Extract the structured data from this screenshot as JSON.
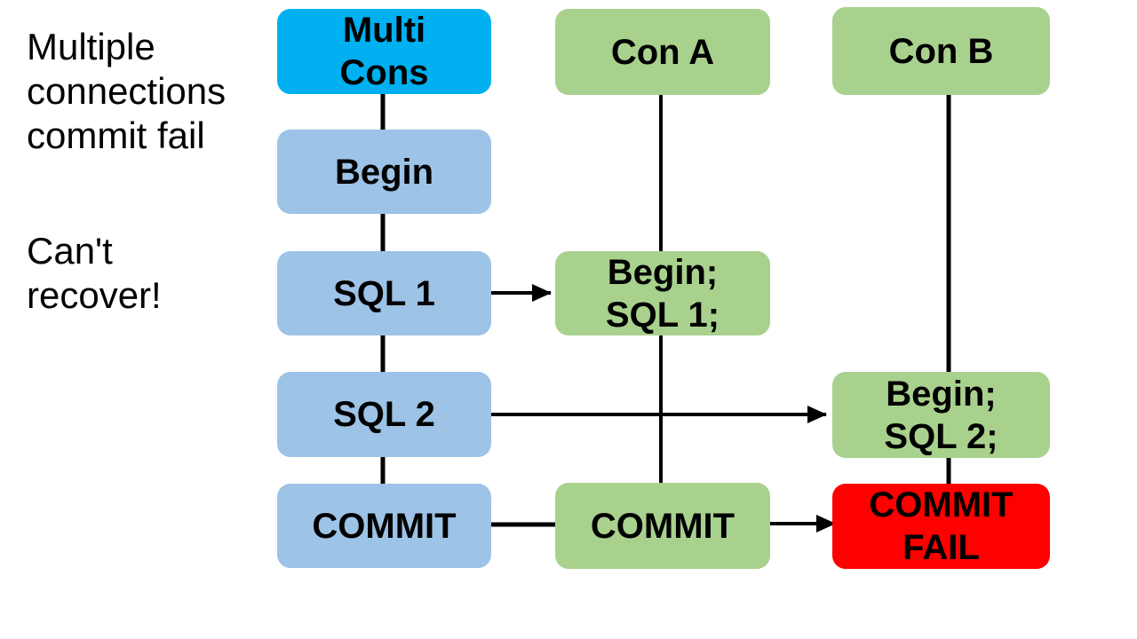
{
  "notes": {
    "problem": "Multiple\nconnections\ncommit fail",
    "consequence": "Can't\nrecover!"
  },
  "nodes": {
    "multi_cons": {
      "label": "Multi\nCons",
      "fill": "#00B0F0"
    },
    "begin": {
      "label": "Begin",
      "fill": "#9DC3E6"
    },
    "sql1": {
      "label": "SQL 1",
      "fill": "#9DC3E6"
    },
    "sql2": {
      "label": "SQL 2",
      "fill": "#9DC3E6"
    },
    "commit_multi": {
      "label": "COMMIT",
      "fill": "#9DC3E6"
    },
    "con_a": {
      "label": "Con A",
      "fill": "#A9D18E"
    },
    "begin_sql1": {
      "label": "Begin;\nSQL 1;",
      "fill": "#A9D18E"
    },
    "commit_a": {
      "label": "COMMIT",
      "fill": "#A9D18E"
    },
    "con_b": {
      "label": "Con B",
      "fill": "#A9D18E"
    },
    "begin_sql2": {
      "label": "Begin;\nSQL 2;",
      "fill": "#A9D18E"
    },
    "commit_fail": {
      "label": "COMMIT\nFAIL",
      "fill": "#FF0000"
    }
  },
  "edges": [
    {
      "from": "multi_cons",
      "to": "begin",
      "style": "line"
    },
    {
      "from": "begin",
      "to": "sql1",
      "style": "line"
    },
    {
      "from": "sql1",
      "to": "sql2",
      "style": "line"
    },
    {
      "from": "sql2",
      "to": "commit_multi",
      "style": "line"
    },
    {
      "from": "con_a",
      "to": "begin_sql1",
      "style": "line"
    },
    {
      "from": "begin_sql1",
      "to": "commit_a",
      "style": "line"
    },
    {
      "from": "con_b",
      "to": "begin_sql2",
      "style": "line"
    },
    {
      "from": "begin_sql2",
      "to": "commit_fail",
      "style": "line"
    },
    {
      "from": "sql1",
      "to": "begin_sql1",
      "style": "arrow"
    },
    {
      "from": "sql2",
      "to": "begin_sql2",
      "style": "arrow"
    },
    {
      "from": "commit_multi",
      "to": "commit_a",
      "style": "line"
    },
    {
      "from": "commit_a",
      "to": "commit_fail",
      "style": "arrow"
    }
  ],
  "colors": {
    "multi_cons_fill": "#00B0F0",
    "step_fill": "#9DC3E6",
    "connection_fill": "#A9D18E",
    "fail_fill": "#FF0000",
    "connector": "#000000",
    "text": "#000000",
    "background": "#FFFFFF"
  }
}
